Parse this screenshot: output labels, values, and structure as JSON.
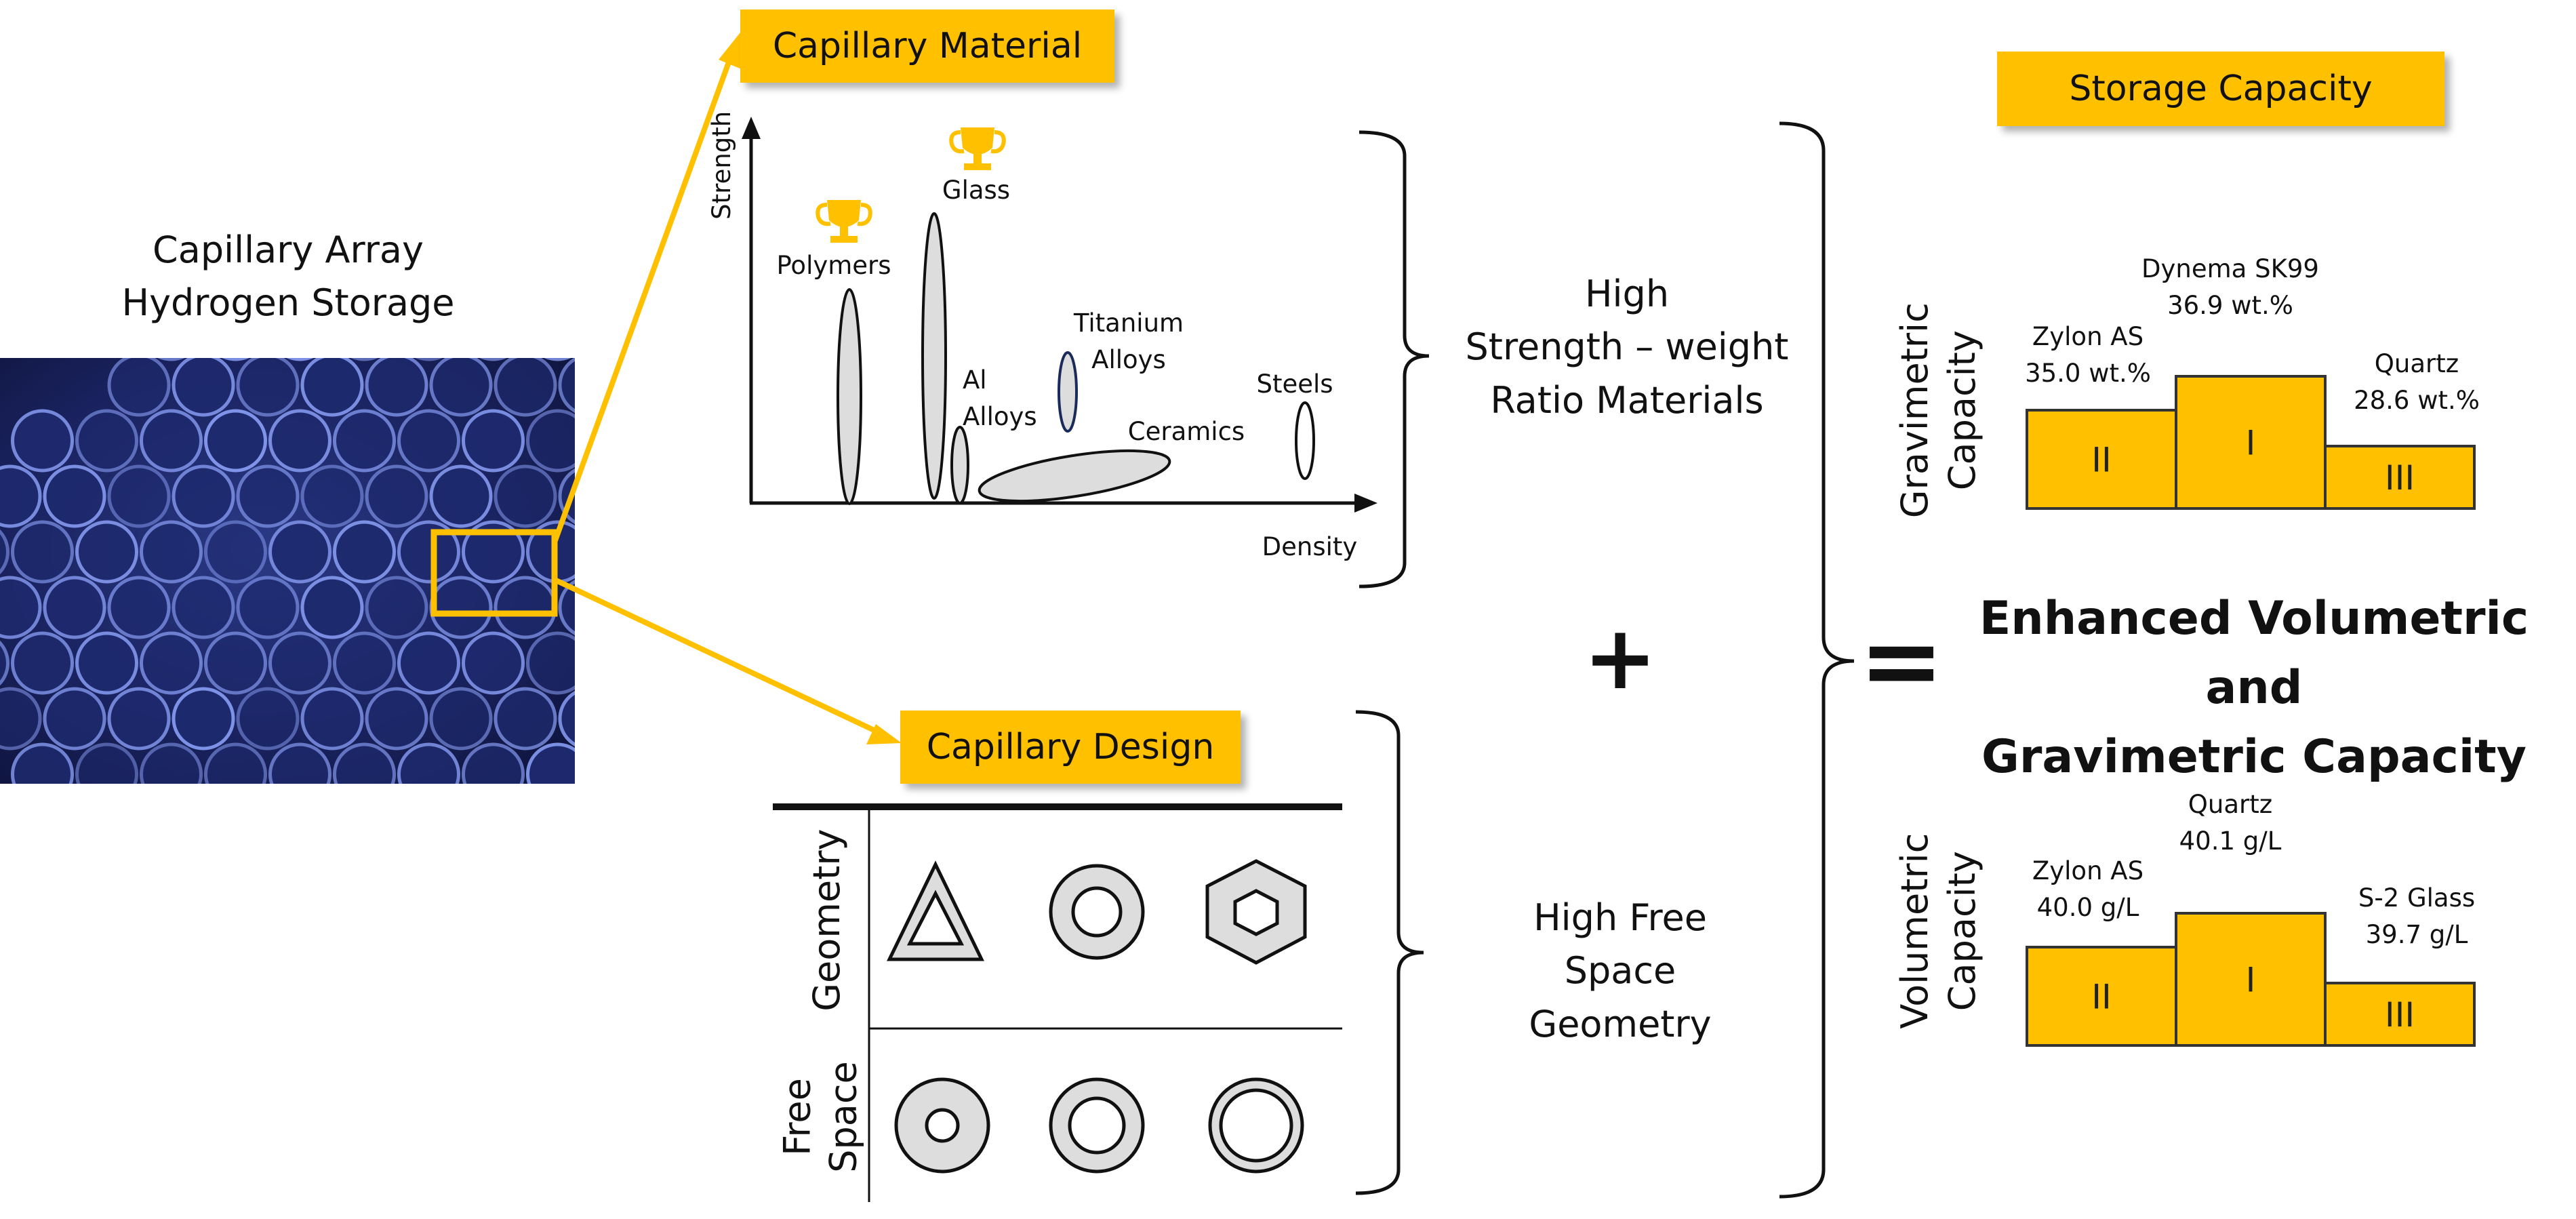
{
  "colors": {
    "accent": "#FFC000",
    "photo_background": "#1a2360",
    "shape_fill": "#dddddd"
  },
  "photo": {
    "title_line1": "Capillary Array",
    "title_line2": "Hydrogen Storage",
    "description": ""
  },
  "capillary_material": {
    "label": "Capillary Material",
    "y_axis_label": "Strength",
    "x_axis_label": "Density",
    "materials": [
      {
        "name": "Polymers",
        "winner": true
      },
      {
        "name": "Glass",
        "winner": true
      },
      {
        "name": "Titanium Alloys",
        "line1": "Titanium",
        "line2": "Alloys",
        "winner": false
      },
      {
        "name": "Al Alloys",
        "line1": "Al",
        "line2": "Alloys",
        "winner": false
      },
      {
        "name": "Ceramics",
        "winner": false
      },
      {
        "name": "Steels",
        "winner": false
      }
    ],
    "result_line1": "High",
    "result_line2": "Strength – weight",
    "result_line3": "Ratio Materials",
    "trophy_icon": "trophy-icon"
  },
  "capillary_design": {
    "label": "Capillary Design",
    "row_geometry": "Geometry",
    "row_free_space_line1": "Free",
    "row_free_space_line2": "Space",
    "geometry_shapes": [
      "triangle",
      "circle",
      "hexagon"
    ],
    "free_space_shapes": [
      "thick-wall-circle",
      "medium-wall-circle",
      "thin-wall-circle"
    ],
    "result_line1": "High Free",
    "result_line2": "Space",
    "result_line3": "Geometry"
  },
  "operators": {
    "plus": "+",
    "equals": "="
  },
  "storage_capacity": {
    "label": "Storage Capacity",
    "outcome_line1": "Enhanced Volumetric and",
    "outcome_line2": "Gravimetric Capacity",
    "gravimetric": {
      "axis_line1": "Gravimetric",
      "axis_line2": "Capacity",
      "bars": [
        {
          "rank": "II",
          "name": "Zylon AS",
          "value": 35.0,
          "value_label": "35.0 wt.%"
        },
        {
          "rank": "I",
          "name": "Dynema SK99",
          "value": 36.9,
          "value_label": "36.9 wt.%"
        },
        {
          "rank": "III",
          "name": "Quartz",
          "value": 28.6,
          "value_label": "28.6 wt.%"
        }
      ]
    },
    "volumetric": {
      "axis_line1": "Volumetric",
      "axis_line2": "Capacity",
      "bars": [
        {
          "rank": "II",
          "name": "Zylon AS",
          "value": 40.0,
          "value_label": "40.0 g/L"
        },
        {
          "rank": "I",
          "name": "Quartz",
          "value": 40.1,
          "value_label": "40.1 g/L"
        },
        {
          "rank": "III",
          "name": "S-2 Glass",
          "value": 39.7,
          "value_label": "39.7 g/L"
        }
      ]
    }
  }
}
